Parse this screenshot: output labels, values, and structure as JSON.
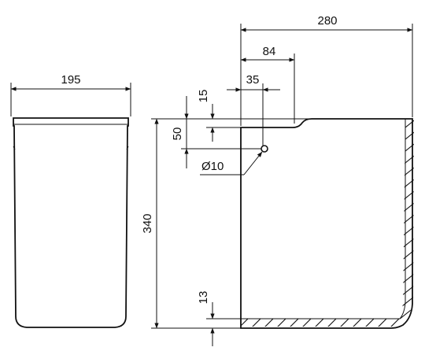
{
  "dimensions": {
    "front_width": "195",
    "side_width": "280",
    "inlet_offset": "84",
    "hole_offset": "35",
    "top_step": "15",
    "hole_height": "50",
    "overall_height": "340",
    "hole_diameter": "Ø10",
    "base_thickness": "13"
  },
  "colors": {
    "line": "#111111",
    "background": "#ffffff"
  }
}
